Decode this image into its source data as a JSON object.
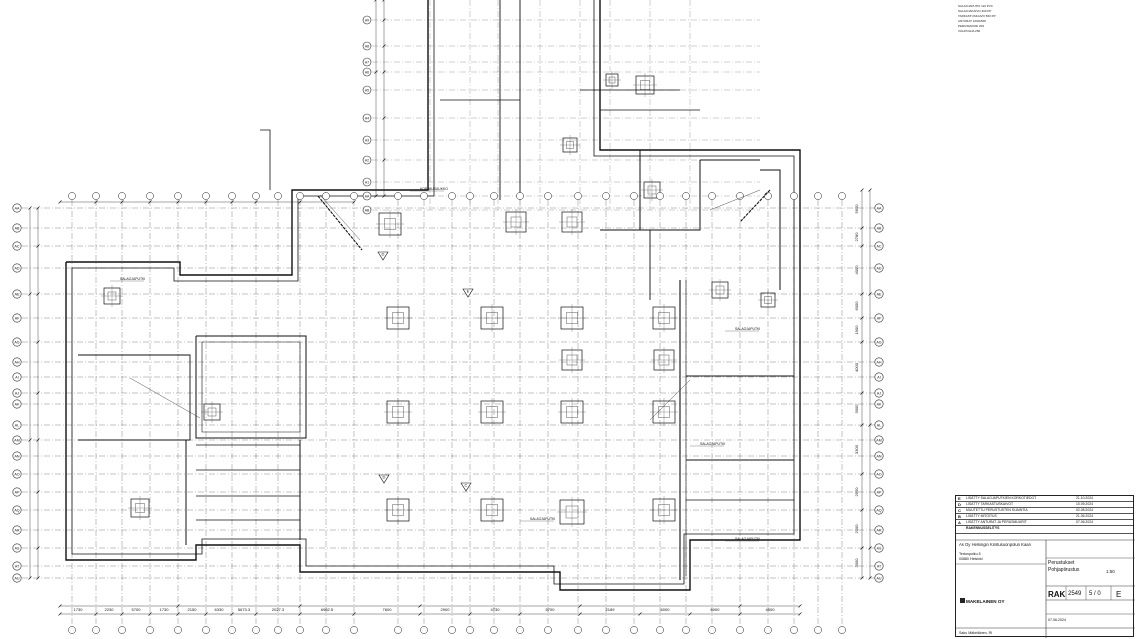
{
  "drawing": {
    "axes_top": [
      "A9",
      "A8",
      "A7",
      "A6",
      "A5",
      "A4",
      "A3",
      "A2",
      "A1",
      "AA",
      "AB"
    ],
    "axes_left": [
      "AA",
      "AB",
      "AC",
      "AD",
      "AE",
      "AF",
      "AG",
      "AH",
      "AI",
      "AJ",
      "AK",
      "AL",
      "AM",
      "AN",
      "AO",
      "AP",
      "AQ",
      "AR",
      "AS",
      "AT",
      "AU"
    ],
    "axes_right": [
      "AA",
      "AB",
      "AC",
      "AD",
      "AE",
      "AF",
      "AG",
      "AH",
      "AI",
      "AJ",
      "AK",
      "AL",
      "AM",
      "AN",
      "AO",
      "AP",
      "AQ",
      "AR",
      "AS",
      "AT",
      "AU"
    ],
    "dims_bottom": [
      "1730",
      "2230",
      "5700",
      "1730",
      "2150",
      "6330",
      "5673.3",
      "2027.3",
      "6962.5",
      "7600",
      "2900",
      "4730",
      "5700",
      "2189",
      "6000",
      "6000",
      "4500"
    ],
    "dims_right": [
      "5600",
      "2780",
      "4000",
      "6000",
      "1900",
      "4000",
      "3000",
      "3300",
      "2900",
      "2000",
      "3000"
    ],
    "section_markers": [
      "D",
      "E",
      "C",
      "D"
    ],
    "labels": [
      "SALAOJAPUTKI",
      "KORJAUSAUKKO",
      "SALAOJAPUTKI",
      "SALAOJAPUTKI",
      "SALAOJAPUTKI",
      "SALAOJAPUTKI"
    ]
  },
  "notes": {
    "lines": [
      "SALAOJAPUTKI 110 PVC",
      "SALAOJAKAIVO 400 PP",
      "TARKASTUSKAIVO 560 PP",
      "ANTURAT 1200x500",
      "PERUSMUURI 200",
      "VÄLIPOHJA 250"
    ]
  },
  "title_block": {
    "revisions": [
      {
        "letter": "E",
        "text": "LISÄTTY SALAOJAPUTKIEN KORKOTIEDOT",
        "date": "21.10.2024"
      },
      {
        "letter": "D",
        "text": "LISÄTTY TARKASTUSKAIVOT",
        "date": "10.09.2024"
      },
      {
        "letter": "C",
        "text": "MUUTETTU PERUSTUSTEN SIJAINTIA",
        "date": "02.08.2024"
      },
      {
        "letter": "B",
        "text": "LISÄTTY MITOITUS",
        "date": "21.06.2024"
      },
      {
        "letter": "A",
        "text": "LISÄTTY ANTURAT JA PERUSMUURIT",
        "date": "07.06.2024"
      },
      {
        "letter": "",
        "text": "RAKENNUSSELITYS",
        "date": ""
      }
    ],
    "project": "As Oy Helsingin Kirstusuonpolun Kaari",
    "address": "Tertunpolku 5",
    "city": "00880 Helsinki",
    "drawing_title": "Perustukset",
    "drawing_subtitle": "Pohjapiirustus",
    "scale": "1:50",
    "discipline": "RAK",
    "number": "2549",
    "sheet": "5 / 0",
    "revision": "E",
    "company": "MAKELAINEN OY",
    "designer": "Saku Mäkeläinen, RI",
    "date": "07.06.2024"
  }
}
